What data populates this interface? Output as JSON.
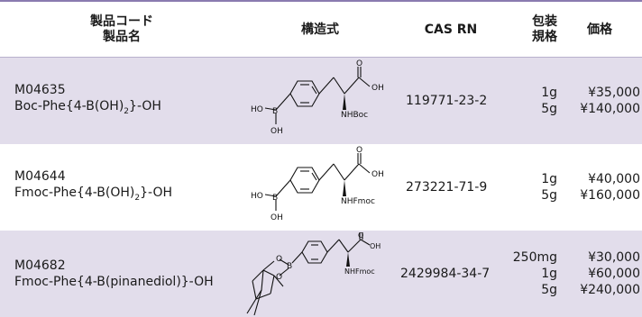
{
  "header": {
    "code_line1": "製品コード",
    "code_line2": "製品名",
    "structure": "構造式",
    "cas": "CAS RN",
    "pack_line1": "包装",
    "pack_line2": "規格",
    "price": "価格"
  },
  "rows": [
    {
      "code": "M04635",
      "name_prefix": "Boc-Phe{4-B(OH)",
      "name_sub": "2",
      "name_suffix": "}-OH",
      "cas": "119771-23-2",
      "sizes": [
        "1g",
        "5g"
      ],
      "prices": [
        "¥35,000",
        "¥140,000"
      ],
      "struct": {
        "ho": "HO",
        "b": "B",
        "oh_bottom": "OH",
        "o_top": "O",
        "oh_right": "OH",
        "amine": "NHBoc"
      }
    },
    {
      "code": "M04644",
      "name_prefix": "Fmoc-Phe{4-B(OH)",
      "name_sub": "2",
      "name_suffix": "}-OH",
      "cas": "273221-71-9",
      "sizes": [
        "1g",
        "5g"
      ],
      "prices": [
        "¥40,000",
        "¥160,000"
      ],
      "struct": {
        "ho": "HO",
        "b": "B",
        "oh_bottom": "OH",
        "o_top": "O",
        "oh_right": "OH",
        "amine": "NHFmoc"
      }
    },
    {
      "code": "M04682",
      "name": "Fmoc-Phe{4-B(pinanediol)}-OH",
      "cas": "2429984-34-7",
      "sizes": [
        "250mg",
        "1g",
        "5g"
      ],
      "prices": [
        "¥30,000",
        "¥60,000",
        "¥240,000"
      ],
      "struct": {
        "o1": "O",
        "b": "B",
        "o2": "O",
        "o_top": "O",
        "oh_right": "OH",
        "amine": "NHFmoc"
      }
    }
  ]
}
